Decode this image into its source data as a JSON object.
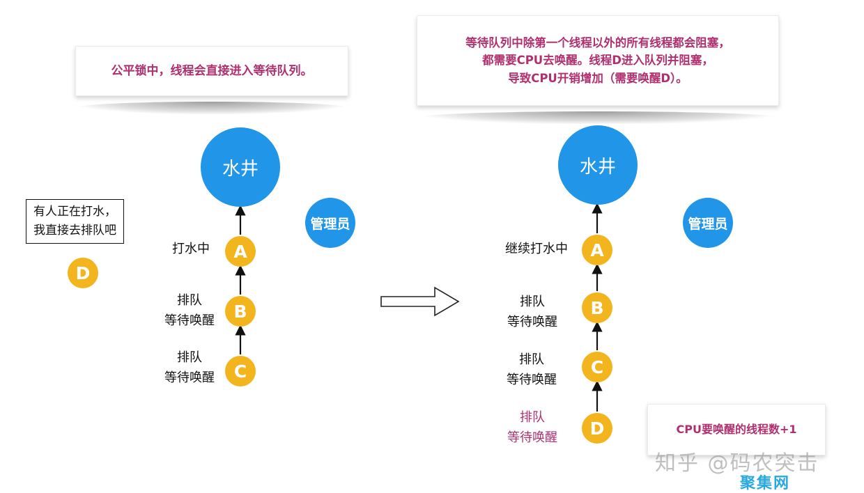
{
  "left": {
    "note": "公平锁中，线程会直接进入等待队列。",
    "well": "水井",
    "manager": "管理员",
    "bubble_line1": "有人正在打水，",
    "bubble_line2": "我直接去排队吧",
    "newcomer": "D",
    "nodes": [
      {
        "letter": "A",
        "label1": "打水中",
        "label2": ""
      },
      {
        "letter": "B",
        "label1": "排队",
        "label2": "等待唤醒"
      },
      {
        "letter": "C",
        "label1": "排队",
        "label2": "等待唤醒"
      }
    ]
  },
  "right": {
    "note_line1": "等待队列中除第一个线程以外的所有线程都会阻塞，",
    "note_line2": "都需要CPU去唤醒。线程D进入队列并阻塞，",
    "note_line3": "导致CPU开销增加（需要唤醒D）。",
    "well": "水井",
    "manager": "管理员",
    "nodes": [
      {
        "letter": "A",
        "label1": "继续打水中",
        "label2": ""
      },
      {
        "letter": "B",
        "label1": "排队",
        "label2": "等待唤醒"
      },
      {
        "letter": "C",
        "label1": "排队",
        "label2": "等待唤醒"
      },
      {
        "letter": "D",
        "label1": "排队",
        "label2": "等待唤醒"
      }
    ],
    "cpu_note": "CPU要唤醒的线程数+1"
  },
  "watermark": "知乎 @码农突击",
  "watermark2": "聚集网",
  "colors": {
    "well_blue": "#2196e9",
    "node_yellow": "#f2b51d",
    "note_pink": "#b0306f"
  }
}
